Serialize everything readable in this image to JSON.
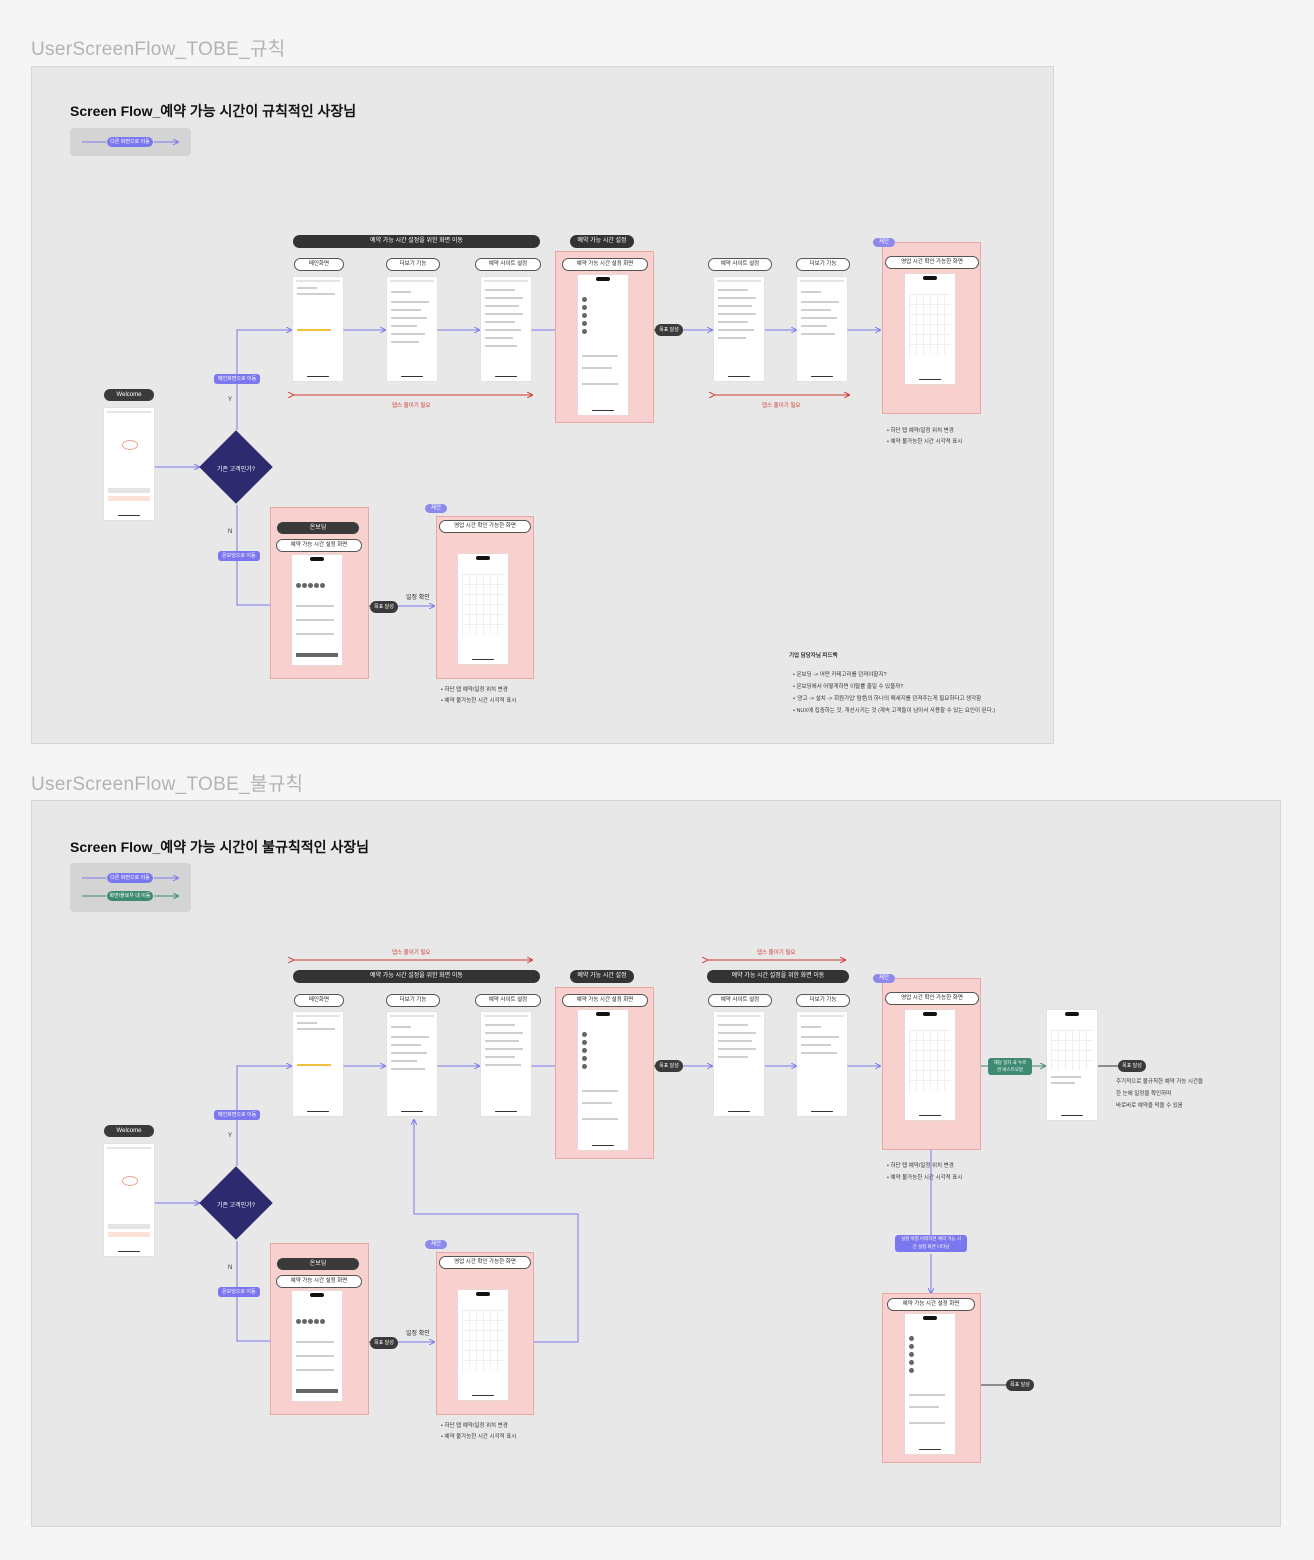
{
  "section1": {
    "title": "UserScreenFlow_TOBE_규칙",
    "flow_title": "Screen Flow_예약 가능 시간이 규칙적인 사장님",
    "legend": [
      "다른 화면으로 이동"
    ],
    "bar_main": "예약 가능 시간 설정을 위한 화면 이동",
    "bar_set": "예약 가능 시간 설정",
    "labels": [
      "메인화면",
      "더보기 기능",
      "예약 사이트 설정",
      "예약 가능 시간 설정 화면",
      "예약 사이트 설정",
      "더보기 기능",
      "영업 시간 확인 가능한 화면"
    ],
    "jean_top": "제안",
    "goal": "목표 달성",
    "depth_left": "뎁스 줄이기 필요",
    "depth_right": "뎁스 줄이기 필요",
    "welcome": "Welcome",
    "diamond": "기존 고객인가?",
    "yes": "Y",
    "no": "N",
    "tag_main": "메인화면으로 이동",
    "tag_onboard": "온보딩으로 이동",
    "onboard_dark": "온보딩",
    "onboard_label": "예약 가능 시간 설정 화면",
    "goal2": "목표 달성",
    "check_schedule": "일정 확인",
    "jean_bottom": "제안",
    "bottom_label": "영업 시간 확인 가능한 화면",
    "notes_top": [
      "•  하단 탭 예약/일정 위치 변경",
      "•  예약 불가능한 시간 시각적 표시"
    ],
    "notes_bottom": [
      "•  하단 탭 예약/일정 위치 변경",
      "•  예약 불가능한 시간 시각적 표시"
    ],
    "feedback_title": "기업 담당자님 피드백",
    "feedback": [
      "•  온보딩 -> 어떤 카테고리를 던져야할지?",
      "•  온보딩에서 어떻게하면 이탈률 줄일 수 있을까?",
      "•  '광고 -> 설치 -> 회원가입' 탐色의 하나의 메세지를 던져주는게 필요하다고 생각함",
      "•  NUX에 집중하는 것, 개선시키는 것 (계속 고객들이 남아서 사용할 수 있는 요인이 된다.)"
    ]
  },
  "section2": {
    "title": "UserScreenFlow_TOBE_불규칙",
    "flow_title": "Screen Flow_예약 가능 시간이 불규칙적인 사장님",
    "legend": [
      "다른 화면으로 이동",
      "화면/플로우 내 이동"
    ],
    "depth_left": "뎁스 줄이기 필요",
    "depth_right": "뎁스 줄이기 필요",
    "bar_main": "예약 가능 시간 설정을 위한 화면 이동",
    "bar_set": "예약 가능 시간 설정",
    "bar_main2": "예약 가능 시간 설정을 위한 화면 이동",
    "labels": [
      "메인화면",
      "더보기 기능",
      "예약 사이트 설정",
      "예약 가능 시간 설정 화면",
      "예약 사이트 설정",
      "더보기 기능",
      "영업 시간 확인 가능한 화면"
    ],
    "jean_top": "제안",
    "goal": "목표 달성",
    "green_tag": "해당 일자 꾹 누르면 바스트모달",
    "goal_right": "목표 달성",
    "right_notes": [
      "주기적으로 불규칙한 예약 가능 시간을",
      "한 눈에 일정을 확인하며",
      "바로바로 예약을 막을 수 있음"
    ],
    "notes_mid": [
      "•  하단 탭 예약/일정 위치 변경",
      "•  예약 불가능한 시간 시각적 표시"
    ],
    "tag_mid": "설정 위험 아래하면 예약 가능 시간 설정 화면 나타남",
    "label_lower_right": "예약 가능 시간 설정 화면",
    "goal_lower_right": "목표 달성",
    "welcome": "Welcome",
    "diamond": "기존 고객인가?",
    "yes": "Y",
    "no": "N",
    "tag_main": "메인화면으로 이동",
    "tag_onboard": "온보딩으로 이동",
    "onboard_dark": "온보딩",
    "onboard_label": "예약 가능 시간 설정 화면",
    "goal2": "목표 달성",
    "check_schedule": "일정 확인",
    "jean_bottom": "제안",
    "bottom_label": "영업 시간 확인 가능한 화면",
    "notes_bottom": [
      "•  하단 탭 예약/일정 위치 변경",
      "•  예약 불가능한 시간 시각적 표시"
    ]
  },
  "colors": {
    "accent": "#7b77ee",
    "pink": "#f8d1cf",
    "red": "#d23a2f",
    "dark": "#2d2a6f",
    "green": "#3e8a73"
  }
}
